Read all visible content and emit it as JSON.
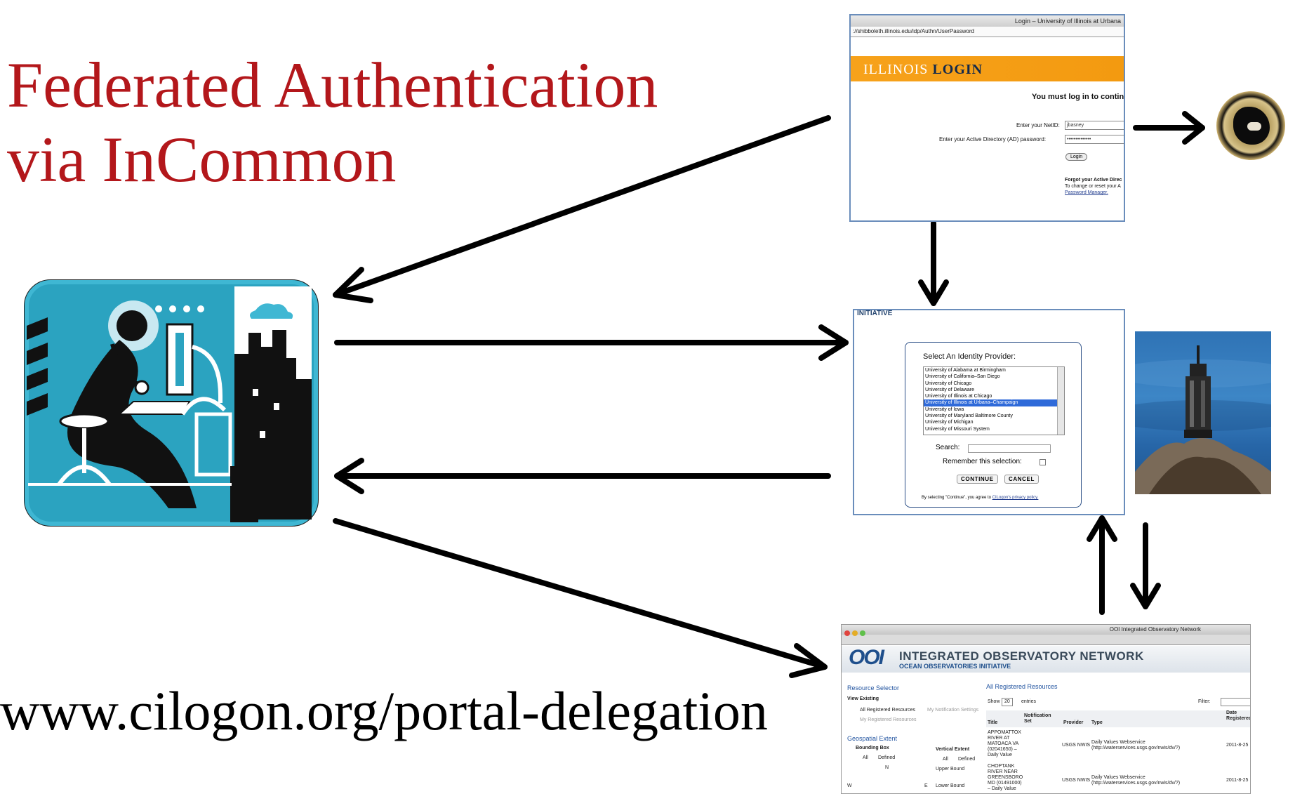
{
  "title": {
    "line1": "Federated Authentication",
    "line2": "via InCommon"
  },
  "url_text": "www.cilogon.org/portal-delegation",
  "login_screen": {
    "window_title": "Login – University of Illinois at Urbana",
    "address": "://shibboleth.illinois.edu/idp/Authn/UserPassword",
    "brand_prefix": "ILLINOIS ",
    "brand_suffix": "LOGIN",
    "must_login": "You must log in to continu",
    "netid_label": "Enter your NetID:",
    "netid_value": "jbasney",
    "password_label": "Enter your Active Directory (AD) password:",
    "password_value": "••••••••••••••",
    "login_button": "Login",
    "forgot_line1": "Forgot your Active Direc",
    "forgot_line2": "To change or reset your A",
    "forgot_link": "Password Manager."
  },
  "cilogon_screen": {
    "header": "INITIATIVE",
    "select_label": "Select An Identity Provider:",
    "providers": [
      "University of Alabama at Birmingham",
      "University of California–San Diego",
      "University of Chicago",
      "University of Delaware",
      "University of Illinois at Chicago",
      "University of Illinois at Urbana–Champaign",
      "University of Iowa",
      "University of Maryland Baltimore County",
      "University of Michigan",
      "University of Missouri System"
    ],
    "search_label": "Search:",
    "remember_label": "Remember this selection:",
    "continue_button": "CONTINUE",
    "cancel_button": "CANCEL",
    "agree_text": "By selecting \"Continue\", you agree to ",
    "agree_link": "CILogon's privacy policy."
  },
  "ooi_screen": {
    "window_title": "OOI Integrated Observatory Network",
    "logo": "OOI",
    "heading": "INTEGRATED OBSERVATORY NETWORK",
    "subheading": "OCEAN OBSERVATORIES INITIATIVE",
    "resource_selector": "Resource Selector",
    "view_existing": "View Existing",
    "all_registered": "All Registered Resources",
    "my_notification": "My Notification Settings",
    "my_registered": "My Registered Resources",
    "geospatial_extent": "Geospatial Extent",
    "bounding_box": "Bounding Box",
    "vertical_extent": "Vertical Extent",
    "all_label": "All",
    "defined_label": "Defined",
    "upper_bound": "Upper Bound",
    "lower_bound": "Lower Bound",
    "north": "N",
    "west": "W",
    "east": "E",
    "panel_title": "All Registered Resources",
    "show": "Show",
    "show_count": "20",
    "entries": "entries",
    "filter": "Filter:",
    "columns": [
      "Title",
      "Notification Set",
      "Provider",
      "Type",
      "Date Registered"
    ],
    "rows": [
      {
        "title": "APPOMATTOX RIVER AT MATOACA VA (02041650) – Daily Value",
        "provider": "USGS NWIS",
        "type": "Daily Values Webservice (http://waterservices.usgs.gov/nwis/dv/?)",
        "date": "2011-8-25"
      },
      {
        "title": "CHOPTANK RIVER NEAR GREENSBORO MD (01491000) – Daily Value",
        "provider": "USGS NWIS",
        "type": "Daily Values Webservice (http://waterservices.usgs.gov/nwis/dv/?)",
        "date": "2011-8-25"
      }
    ]
  }
}
